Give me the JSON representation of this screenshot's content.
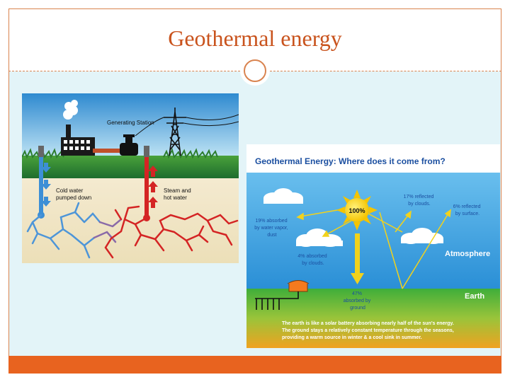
{
  "slide": {
    "title": "Geothermal energy"
  },
  "left_diagram": {
    "generating_station": "Generating Station",
    "cold_water": [
      "Cold water",
      "pumped down"
    ],
    "steam_hot_water": [
      "Steam and",
      "hot water"
    ]
  },
  "right_diagram": {
    "heading": "Geothermal Energy:  Where does it come from?",
    "sun_label": "100%",
    "reflected_clouds": [
      "17% reflected",
      "by clouds."
    ],
    "reflected_surface": [
      "6% reflected",
      "by surface."
    ],
    "absorbed_vapor": [
      "19% absorbed",
      "by water vapor,",
      "dust"
    ],
    "absorbed_clouds": [
      "4% absorbed",
      "by clouds."
    ],
    "atmosphere_label": "Atmosphere",
    "earth_label": "Earth",
    "absorbed_ground": [
      "47%",
      "absorbed  by",
      "ground"
    ],
    "caption": [
      "The earth is like a solar battery absorbing nearly half of the sun's energy.",
      "The ground stays a relatively constant temperature through the seasons,",
      "providing a warm source in winter & a cool sink in summer."
    ]
  },
  "colors": {
    "accent": "#e8631f",
    "title": "#c9531d",
    "content_bg": "#e3f4f8",
    "diagram_text_blue": "#1b4fa0"
  }
}
